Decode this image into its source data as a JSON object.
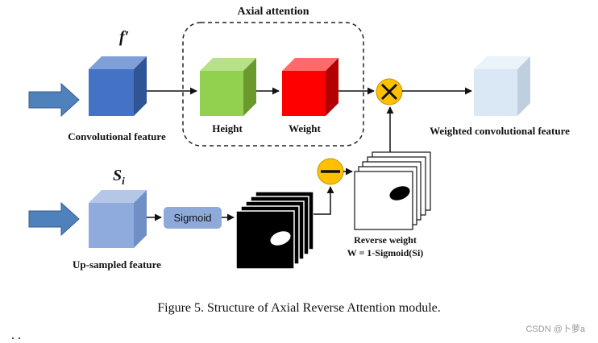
{
  "header": {
    "group_title": "Axial attention",
    "f_prime": "f′",
    "s_base": "S",
    "s_sub": "i"
  },
  "labels": {
    "conv_feature": "Convolutional feature",
    "height": "Height",
    "weight": "Weight",
    "weighted_feature": "Weighted convolutional feature",
    "sigmoid": "Sigmoid",
    "upsampled_feature": "Up-sampled feature",
    "reverse_weight": "Reverse weight",
    "formula": "W = 1-Sigmoid(Si)"
  },
  "caption": "Figure 5. Structure of Axial Reverse Attention module.",
  "footer": {
    "dots": ". .",
    "watermark": "CSDN @卜萝a"
  },
  "colors": {
    "conv_cube": "#4472c4",
    "upsampled_cube": "#8faadc",
    "height_cube": "#92d050",
    "weight_cube": "#ff0000",
    "output_cube": "#dae8f5",
    "arrow_blue": "#4f81bd",
    "operator_yellow": "#ffc000",
    "sigmoid_box": "#8eaadb"
  }
}
